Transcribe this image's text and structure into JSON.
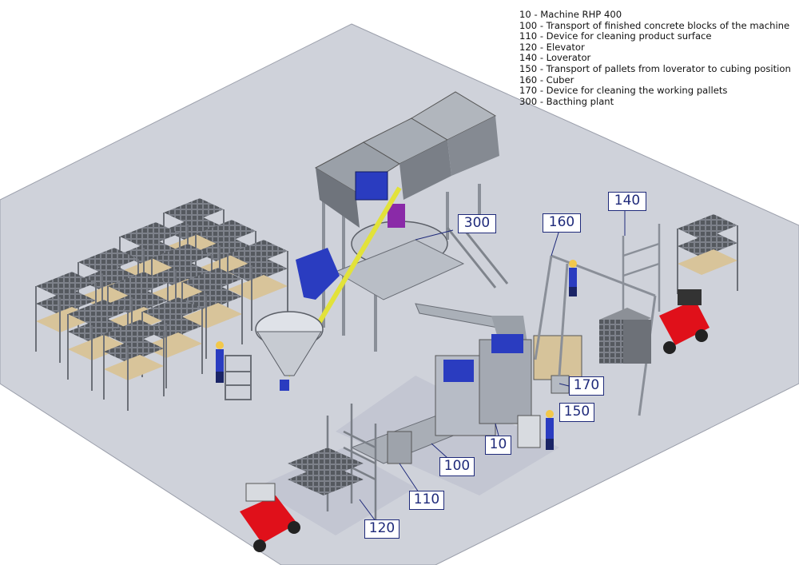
{
  "legend": [
    "10 - Machine RHP 400",
    "100 - Transport of finished concrete blocks of the machine",
    "110 - Device for cleaning product surface",
    "120 - Elevator",
    "140 - Loverator",
    "150 - Transport of pallets from loverator to cubing position",
    "160 - Cuber",
    "170 - Device for cleaning the working pallets",
    "300 - Bacthing plant"
  ],
  "tags": {
    "t10": "10",
    "t100": "100",
    "t110": "110",
    "t120": "120",
    "t140": "140",
    "t150": "150",
    "t160": "160",
    "t170": "170",
    "t300": "300"
  },
  "colors": {
    "floor": "#cfd2da",
    "floor_edge": "#9a9eaa",
    "steel": "#b7bcc6",
    "hopper": "#8e939c",
    "bin_blue": "#2a3cc0",
    "forklift_red": "#e0101a",
    "screw_yellow": "#e2e23a",
    "mixer_purple": "#8a2aa8",
    "tag_border": "#1f2a7a"
  }
}
